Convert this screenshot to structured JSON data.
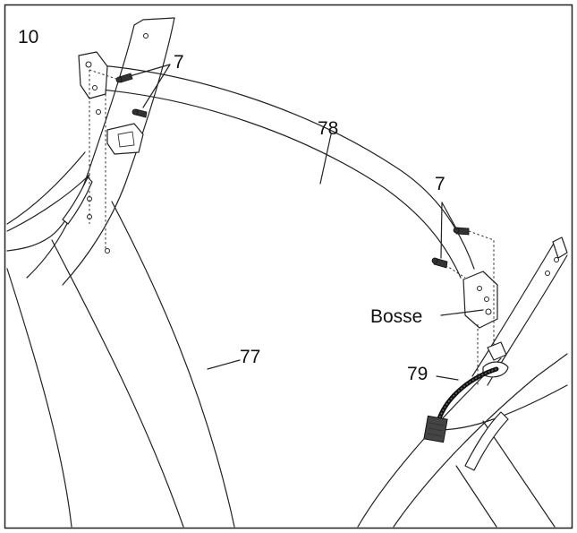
{
  "step_number": "10",
  "labels": {
    "bolt_top": "7",
    "bolt_right": "7",
    "crossbar": "78",
    "left_leg": "77",
    "cable": "79",
    "boss": "Bosse"
  }
}
